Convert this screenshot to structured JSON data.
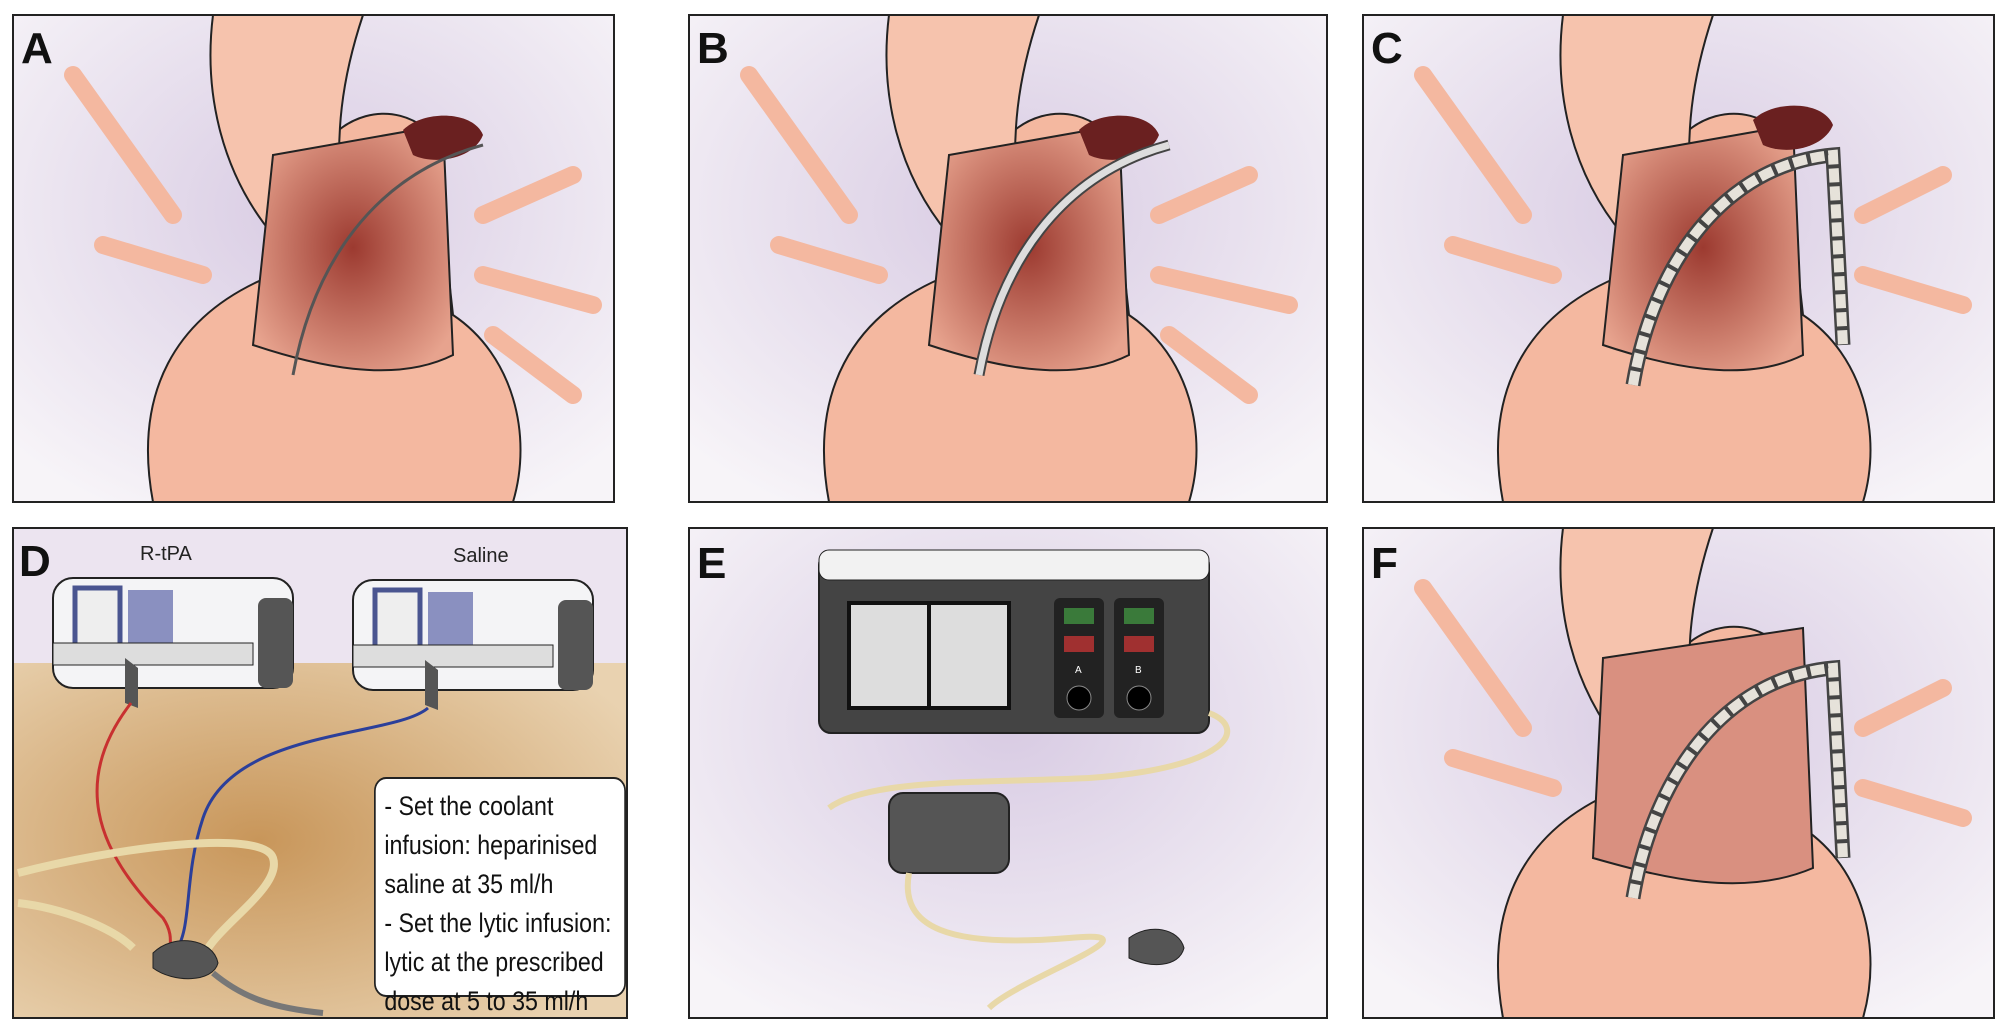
{
  "panels": [
    {
      "label": "A"
    },
    {
      "label": "B"
    },
    {
      "label": "C"
    },
    {
      "label": "D",
      "pump_labels": [
        "R-tPA",
        "Saline"
      ],
      "note_lines": [
        "- Set the coolant",
        "infusion: heparinised",
        "saline at 35 ml/h",
        "- Set the lytic infusion:",
        "lytic at the prescribed",
        "dose at 5 to 35 ml/h"
      ]
    },
    {
      "label": "E",
      "channel_labels": [
        "A",
        "B"
      ]
    },
    {
      "label": "F"
    }
  ],
  "colors": {
    "background": "#ece4f0",
    "heart": "#f4b8a0",
    "clot": "#6a2020",
    "table": "#c8965a",
    "red_line": "#c83030",
    "blue_line": "#2b3f9a"
  }
}
